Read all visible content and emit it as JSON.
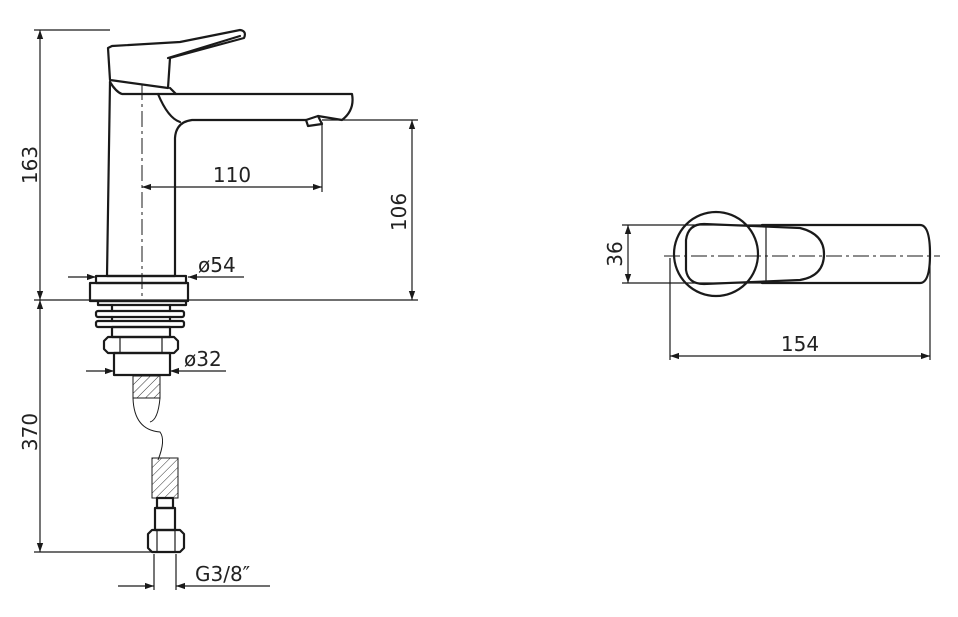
{
  "dimensions": {
    "total_height": "163",
    "spout_reach": "110",
    "spout_height": "106",
    "base_diameter": "ø54",
    "shank_diameter": "ø32",
    "hose_length": "370",
    "thread": "G3/8″",
    "handle_width": "36",
    "top_length": "154"
  }
}
